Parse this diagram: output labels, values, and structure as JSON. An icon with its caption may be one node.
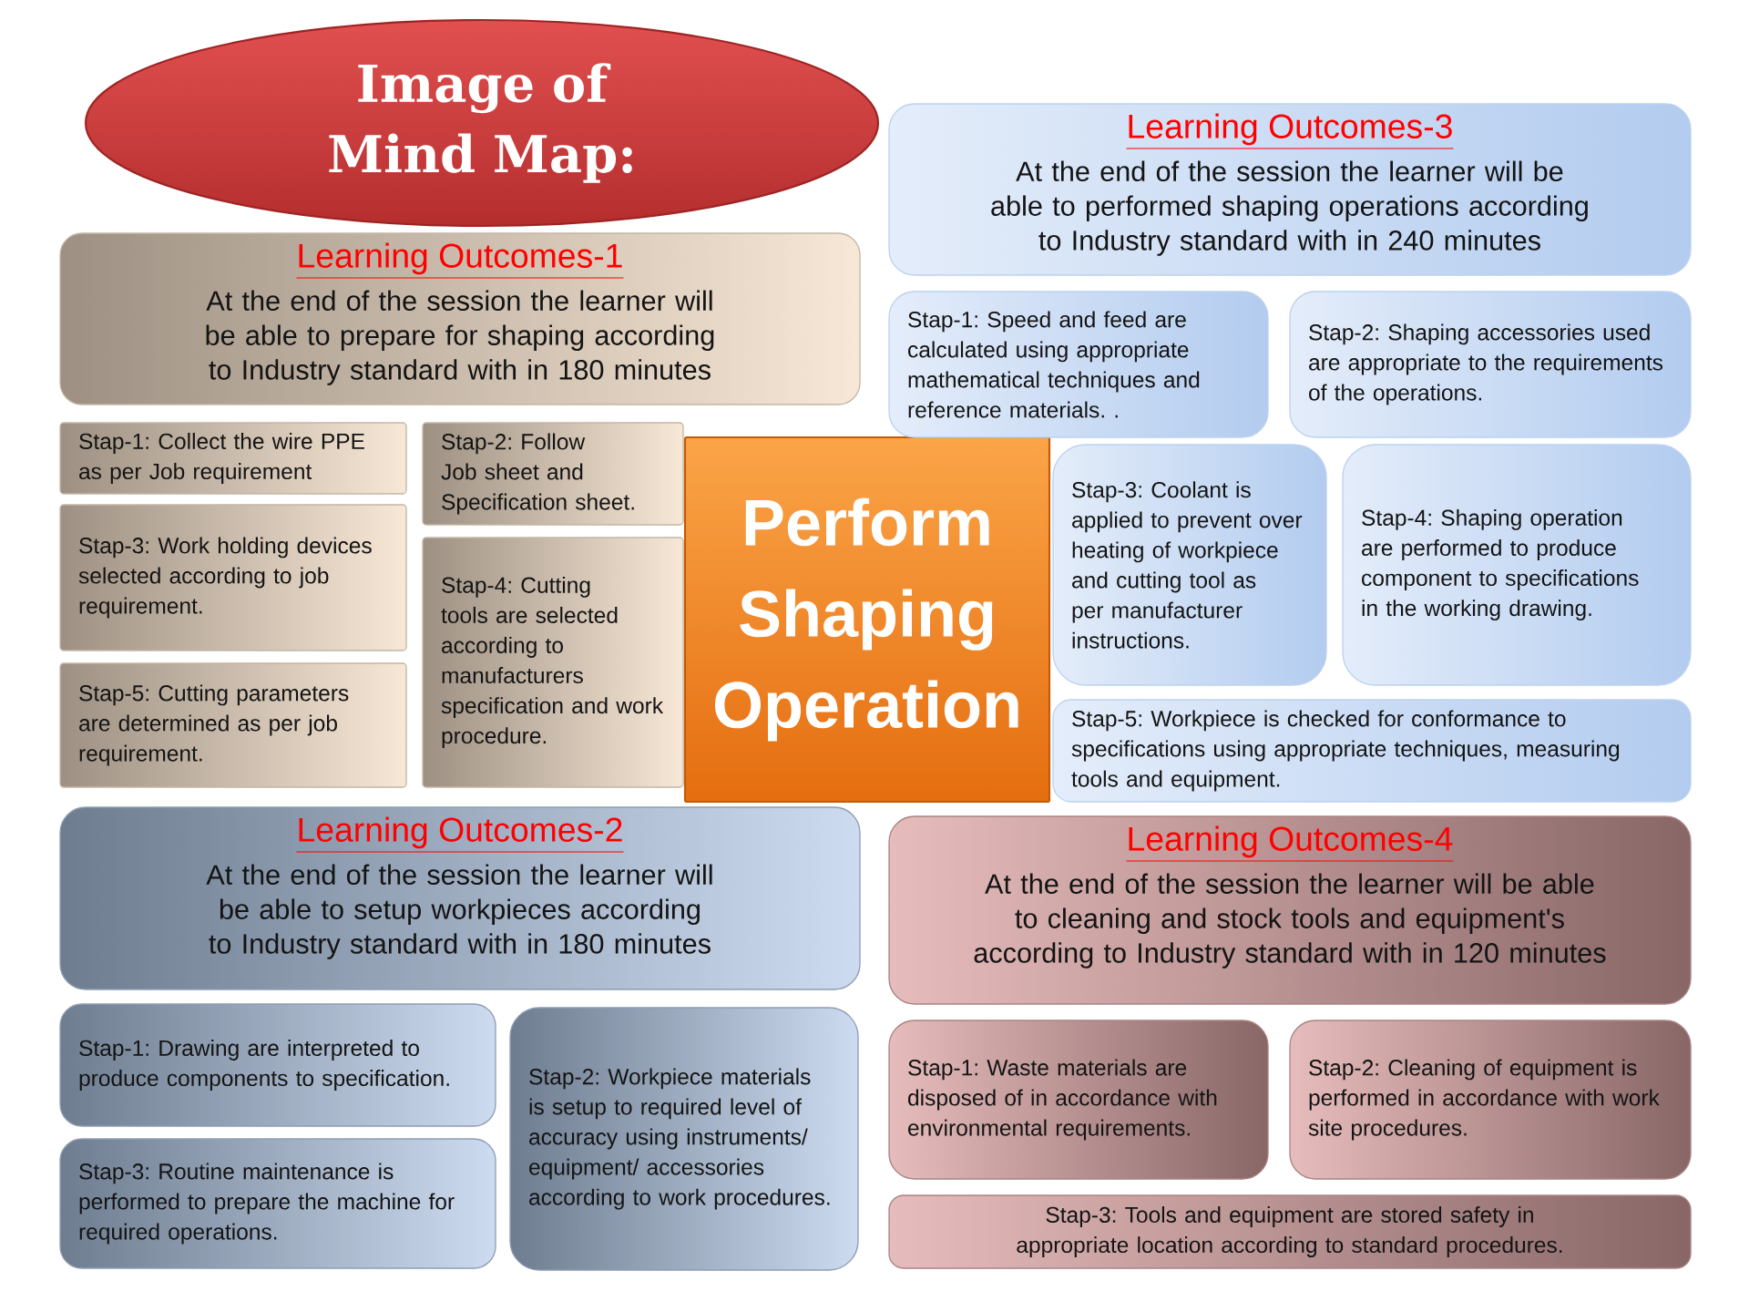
{
  "diagram": {
    "nodes": [
      {
        "text": [
          "Image of Mind Map:"
        ]
      },
      {
        "text": [
          "Learning Outcomes-1",
          "At the end of the session the learner will be able to prepare for shaping according to Industry standard with in 180 minutes"
        ]
      },
      {
        "text": [
          "Stap-1: Collect the wire PPE as per Job requirement"
        ]
      },
      {
        "text": [
          "Stap-2: Follow Job sheet and Specification sheet."
        ]
      },
      {
        "text": [
          "Stap-3: Work holding devices selected according to job requirement."
        ]
      },
      {
        "text": [
          "Stap-4: Cutting tools are selected according to manufacturers specification and work procedure."
        ]
      },
      {
        "text": [
          "Stap-5: Cutting parameters are determined as per job requirement."
        ]
      },
      {
        "text": [
          "Perform Shaping Operation"
        ]
      },
      {
        "text": [
          "Learning Outcomes-3",
          "At the end of the session the learner will be able to performed shaping operations according to Industry standard with in 240 minutes"
        ]
      },
      {
        "text": [
          "Stap-1: Speed and feed are calculated using appropriate mathematical techniques and reference materials. ."
        ]
      },
      {
        "text": [
          "Stap-2: Shaping accessories used are appropriate to the requirements of the operations."
        ]
      },
      {
        "text": [
          "Stap-3: Coolant is applied to prevent over heating of workpiece and cutting tool as per manufacturer instructions."
        ]
      },
      {
        "text": [
          "Stap-4: Shaping operation are performed to produce component to specifications in the working drawing."
        ]
      },
      {
        "text": [
          "Stap-5: Workpiece is checked for conformance to specifications using appropriate techniques, measuring tools and equipment."
        ]
      },
      {
        "text": [
          "Learning Outcomes-2",
          "At the end of the session the learner will be able to setup workpieces according to Industry standard with in 180 minutes"
        ]
      },
      {
        "text": [
          "Stap-1: Drawing are interpreted to produce components to specification."
        ]
      },
      {
        "text": [
          "Stap-2: Workpiece materials is setup to required level of accuracy using instruments/ equipment/ accessories according to work procedures."
        ]
      },
      {
        "text": [
          "Stap-3: Routine maintenance is performed to prepare the machine for required operations."
        ]
      },
      {
        "text": [
          "Learning Outcomes-4",
          "At the end of the session the learner will be able to cleaning and stock tools and equipment's according to Industry standard with in 120 minutes"
        ]
      },
      {
        "text": [
          "Stap-1: Waste materials are disposed of in accordance with environmental requirements."
        ]
      },
      {
        "text": [
          "Stap-2: Cleaning of equipment is performed in accordance with work site procedures."
        ]
      },
      {
        "text": [
          "Stap-3: Tools and equipment are stored safety in appropriate location according to standard procedures."
        ]
      }
    ]
  }
}
